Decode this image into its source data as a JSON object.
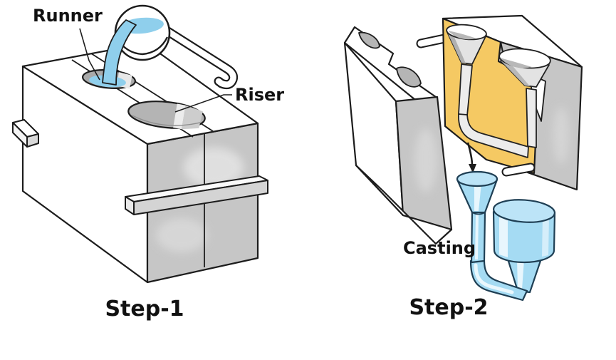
{
  "figure": {
    "step1": {
      "caption": "Step-1",
      "runner_label": "Runner",
      "riser_label": "Riser"
    },
    "step2": {
      "caption": "Step-2",
      "casting_label": "Casting"
    },
    "colors": {
      "molten_metal": "#8fcfec",
      "casting_blue": "#a5dbf3",
      "casting_top_blue": "#bce4f7",
      "parting_face_yellow": "#f5c963",
      "mold_gray": "#c6c6c6",
      "cavity_gray": "#b8b8b8",
      "outline": "#1c1c1c",
      "casting_outline": "#1f3f54",
      "background": "#ffffff"
    }
  }
}
